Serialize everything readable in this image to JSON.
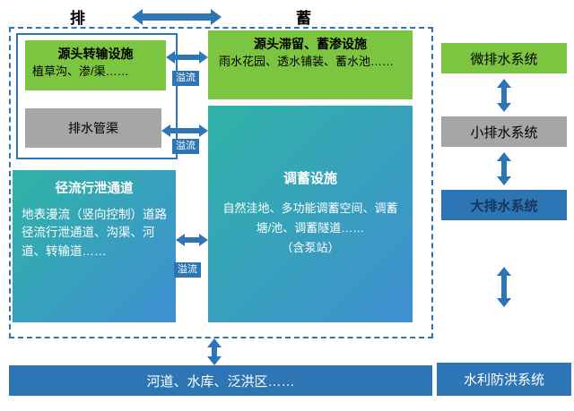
{
  "top": {
    "drain_label": "排",
    "store_label": "蓄"
  },
  "overflow_label": "溢流",
  "boxes": {
    "source_transfer": {
      "title": "源头转输设施",
      "body": "植草沟、渗/渠……"
    },
    "drainage_pipes": {
      "title": "排水管渠"
    },
    "source_retention": {
      "title": "源头滞留、蓄渗设施",
      "body": "雨水花园、透水铺装、蓄水池……"
    },
    "regulation_storage": {
      "title": "调蓄设施",
      "body": "自然洼地、多功能调蓄空间、调蓄塘/池、调蓄隧道……",
      "note": "（含泵站）"
    },
    "runoff_discharge": {
      "title": "径流行泄通道",
      "body": "地表漫流（竖向控制）道路径流行泄通道、沟渠、河道、转输道……"
    },
    "river_bar": {
      "label": "河道、水库、泛洪区……"
    }
  },
  "right_panel": {
    "micro_system": "微排水系统",
    "minor_system": "小排水系统",
    "major_system": "大排水系统",
    "flood_system": "水利防洪系统"
  },
  "colors": {
    "green": "#7cc540",
    "gray": "#a6a6a6",
    "blue": "#2e75b6",
    "teal_start": "#2fb3a6",
    "teal_end": "#3f8fd2",
    "dark_text": "#17375e"
  }
}
